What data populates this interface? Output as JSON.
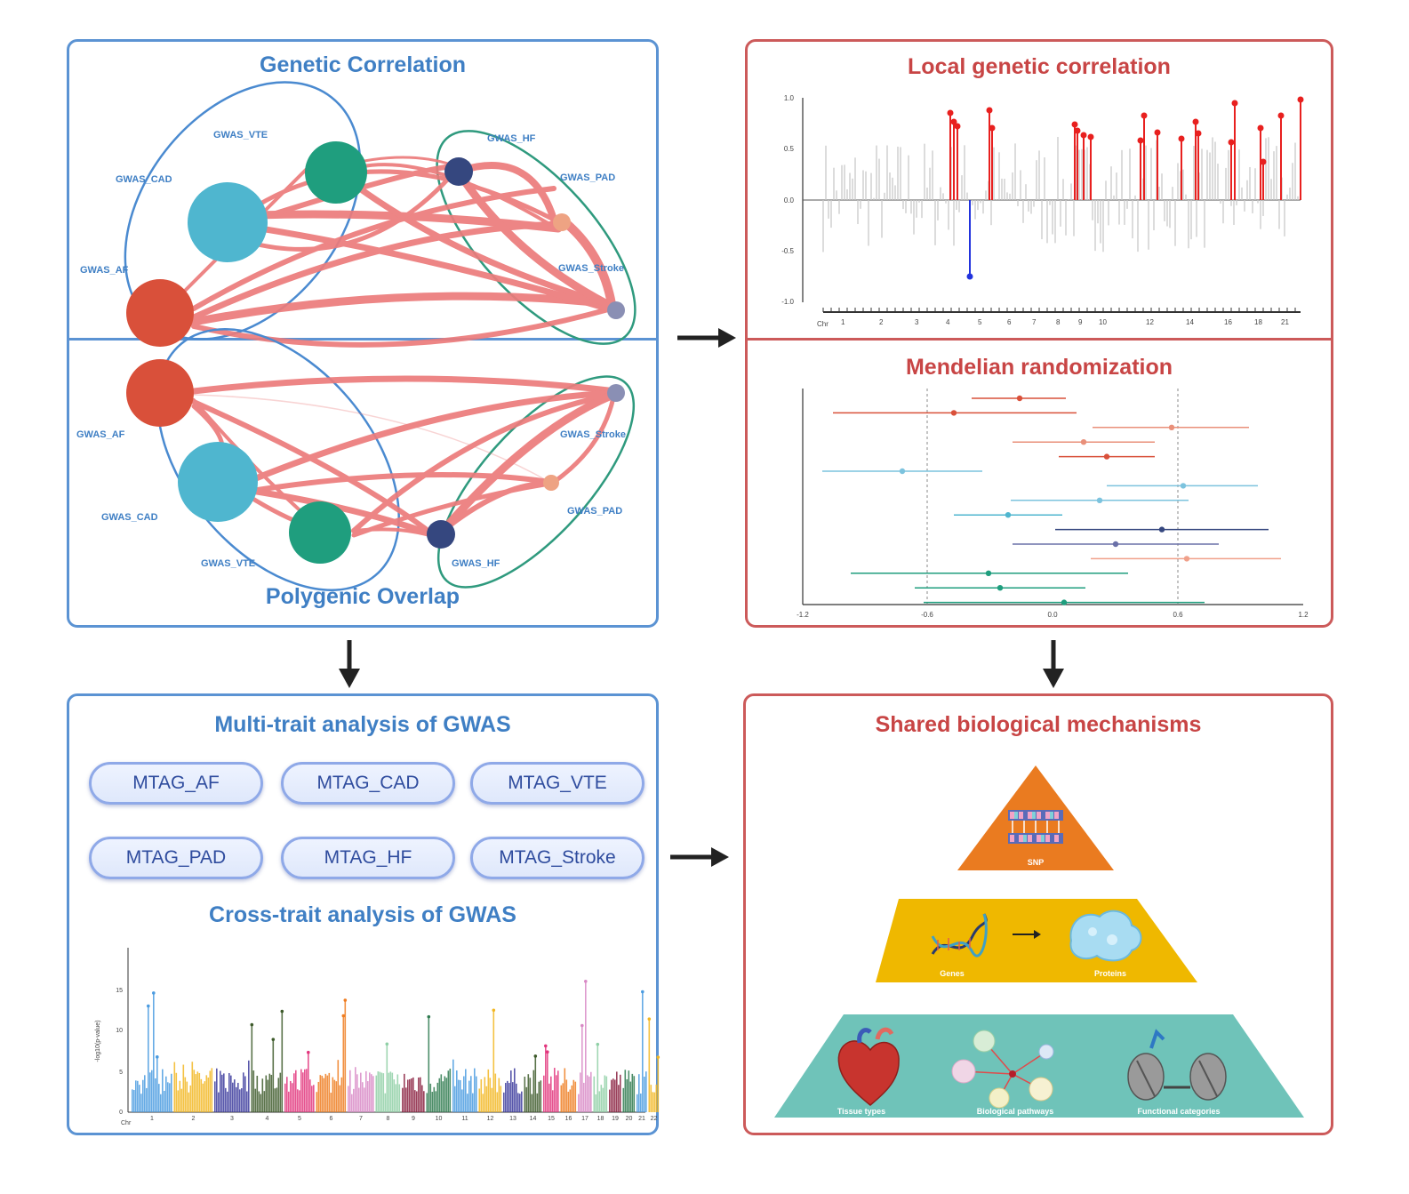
{
  "genetic_correlation": {
    "title": "Genetic Correlation",
    "nodes": {
      "vte": "GWAS_VTE",
      "cad": "GWAS_CAD",
      "af": "GWAS_AF",
      "hf": "GWAS_HF",
      "pad": "GWAS_PAD",
      "stroke": "GWAS_Stroke"
    }
  },
  "polygenic_overlap": {
    "title": "Polygenic Overlap",
    "nodes": {
      "af": "GWAS_AF",
      "cad": "GWAS_CAD",
      "vte": "GWAS_VTE",
      "stroke": "GWAS_Stroke",
      "pad": "GWAS_PAD",
      "hf": "GWAS_HF"
    }
  },
  "local_genetic_correlation": {
    "title": "Local genetic correlation",
    "y_ticks": [
      "1.0",
      "0.5",
      "0.0",
      "-0.5",
      "-1.0"
    ],
    "x_label": "Chr",
    "x_ticks": [
      "1",
      "2",
      "3",
      "4",
      "5",
      "6",
      "7",
      "8",
      "9",
      "10",
      "12",
      "14",
      "16",
      "18",
      "21"
    ]
  },
  "mendelian_randomization": {
    "title": "Mendelian randomization",
    "x_ticks": [
      "-1.2",
      "-0.6",
      "0.0",
      "0.6",
      "1.2"
    ]
  },
  "multi_trait": {
    "title": "Multi-trait analysis of GWAS",
    "pills": [
      "MTAG_AF",
      "MTAG_CAD",
      "MTAG_VTE",
      "MTAG_PAD",
      "MTAG_HF",
      "MTAG_Stroke"
    ]
  },
  "cross_trait": {
    "title": "Cross-trait analysis of GWAS",
    "y_label": "-log10(p-value)",
    "y_ticks": [
      "0",
      "5",
      "10",
      "15"
    ],
    "x_label": "Chr",
    "x_ticks": [
      "1",
      "2",
      "3",
      "4",
      "5",
      "6",
      "7",
      "8",
      "9",
      "10",
      "11",
      "12",
      "13",
      "14",
      "15",
      "16",
      "17",
      "18",
      "19",
      "20",
      "21",
      "22"
    ]
  },
  "shared_mechanisms": {
    "title": "Shared biological mechanisms",
    "snp_label": "SNP",
    "genes_label": "Genes",
    "proteins_label": "Proteins",
    "tissue_label": "Tissue types",
    "pathways_label": "Biological pathways",
    "functional_label": "Functional categories"
  },
  "colors": {
    "blue_border": "#5b93d3",
    "red_border": "#cc5a5a",
    "edge": "#e97b7b",
    "af": "#d9503a",
    "cad": "#4fb6cf",
    "vte": "#1f9e7e",
    "hf": "#35477f",
    "pad": "#eea383",
    "stroke": "#8a8fb4"
  }
}
